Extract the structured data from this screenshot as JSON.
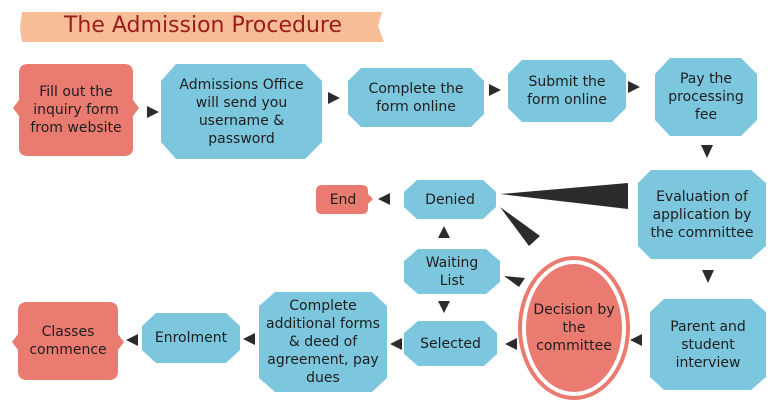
{
  "title": "The Admission Procedure",
  "colors": {
    "title_banner": "#f6bd97",
    "title_text": "#9c1c1c",
    "step_fill": "#7cc6de",
    "terminal_fill": "#ea7b70",
    "arrow": "#2b2b2b",
    "text": "#1e1e1e"
  },
  "nodes": {
    "inquiry": "Fill out the inquiry form from website",
    "send_credentials": "Admissions Office will send you username & password",
    "complete_online": "Complete the form online",
    "submit_online": "Submit the form online",
    "pay_fee": "Pay the processing fee",
    "evaluation": "Evaluation of application by the committee",
    "interview": "Parent and student interview",
    "decision": "Decision by the committee",
    "denied": "Denied",
    "end": "End",
    "waiting_list": "Waiting List",
    "selected": "Selected",
    "additional_forms": "Complete additional forms & deed of agreement, pay dues",
    "enrolment": "Enrolment",
    "classes": "Classes commence"
  }
}
